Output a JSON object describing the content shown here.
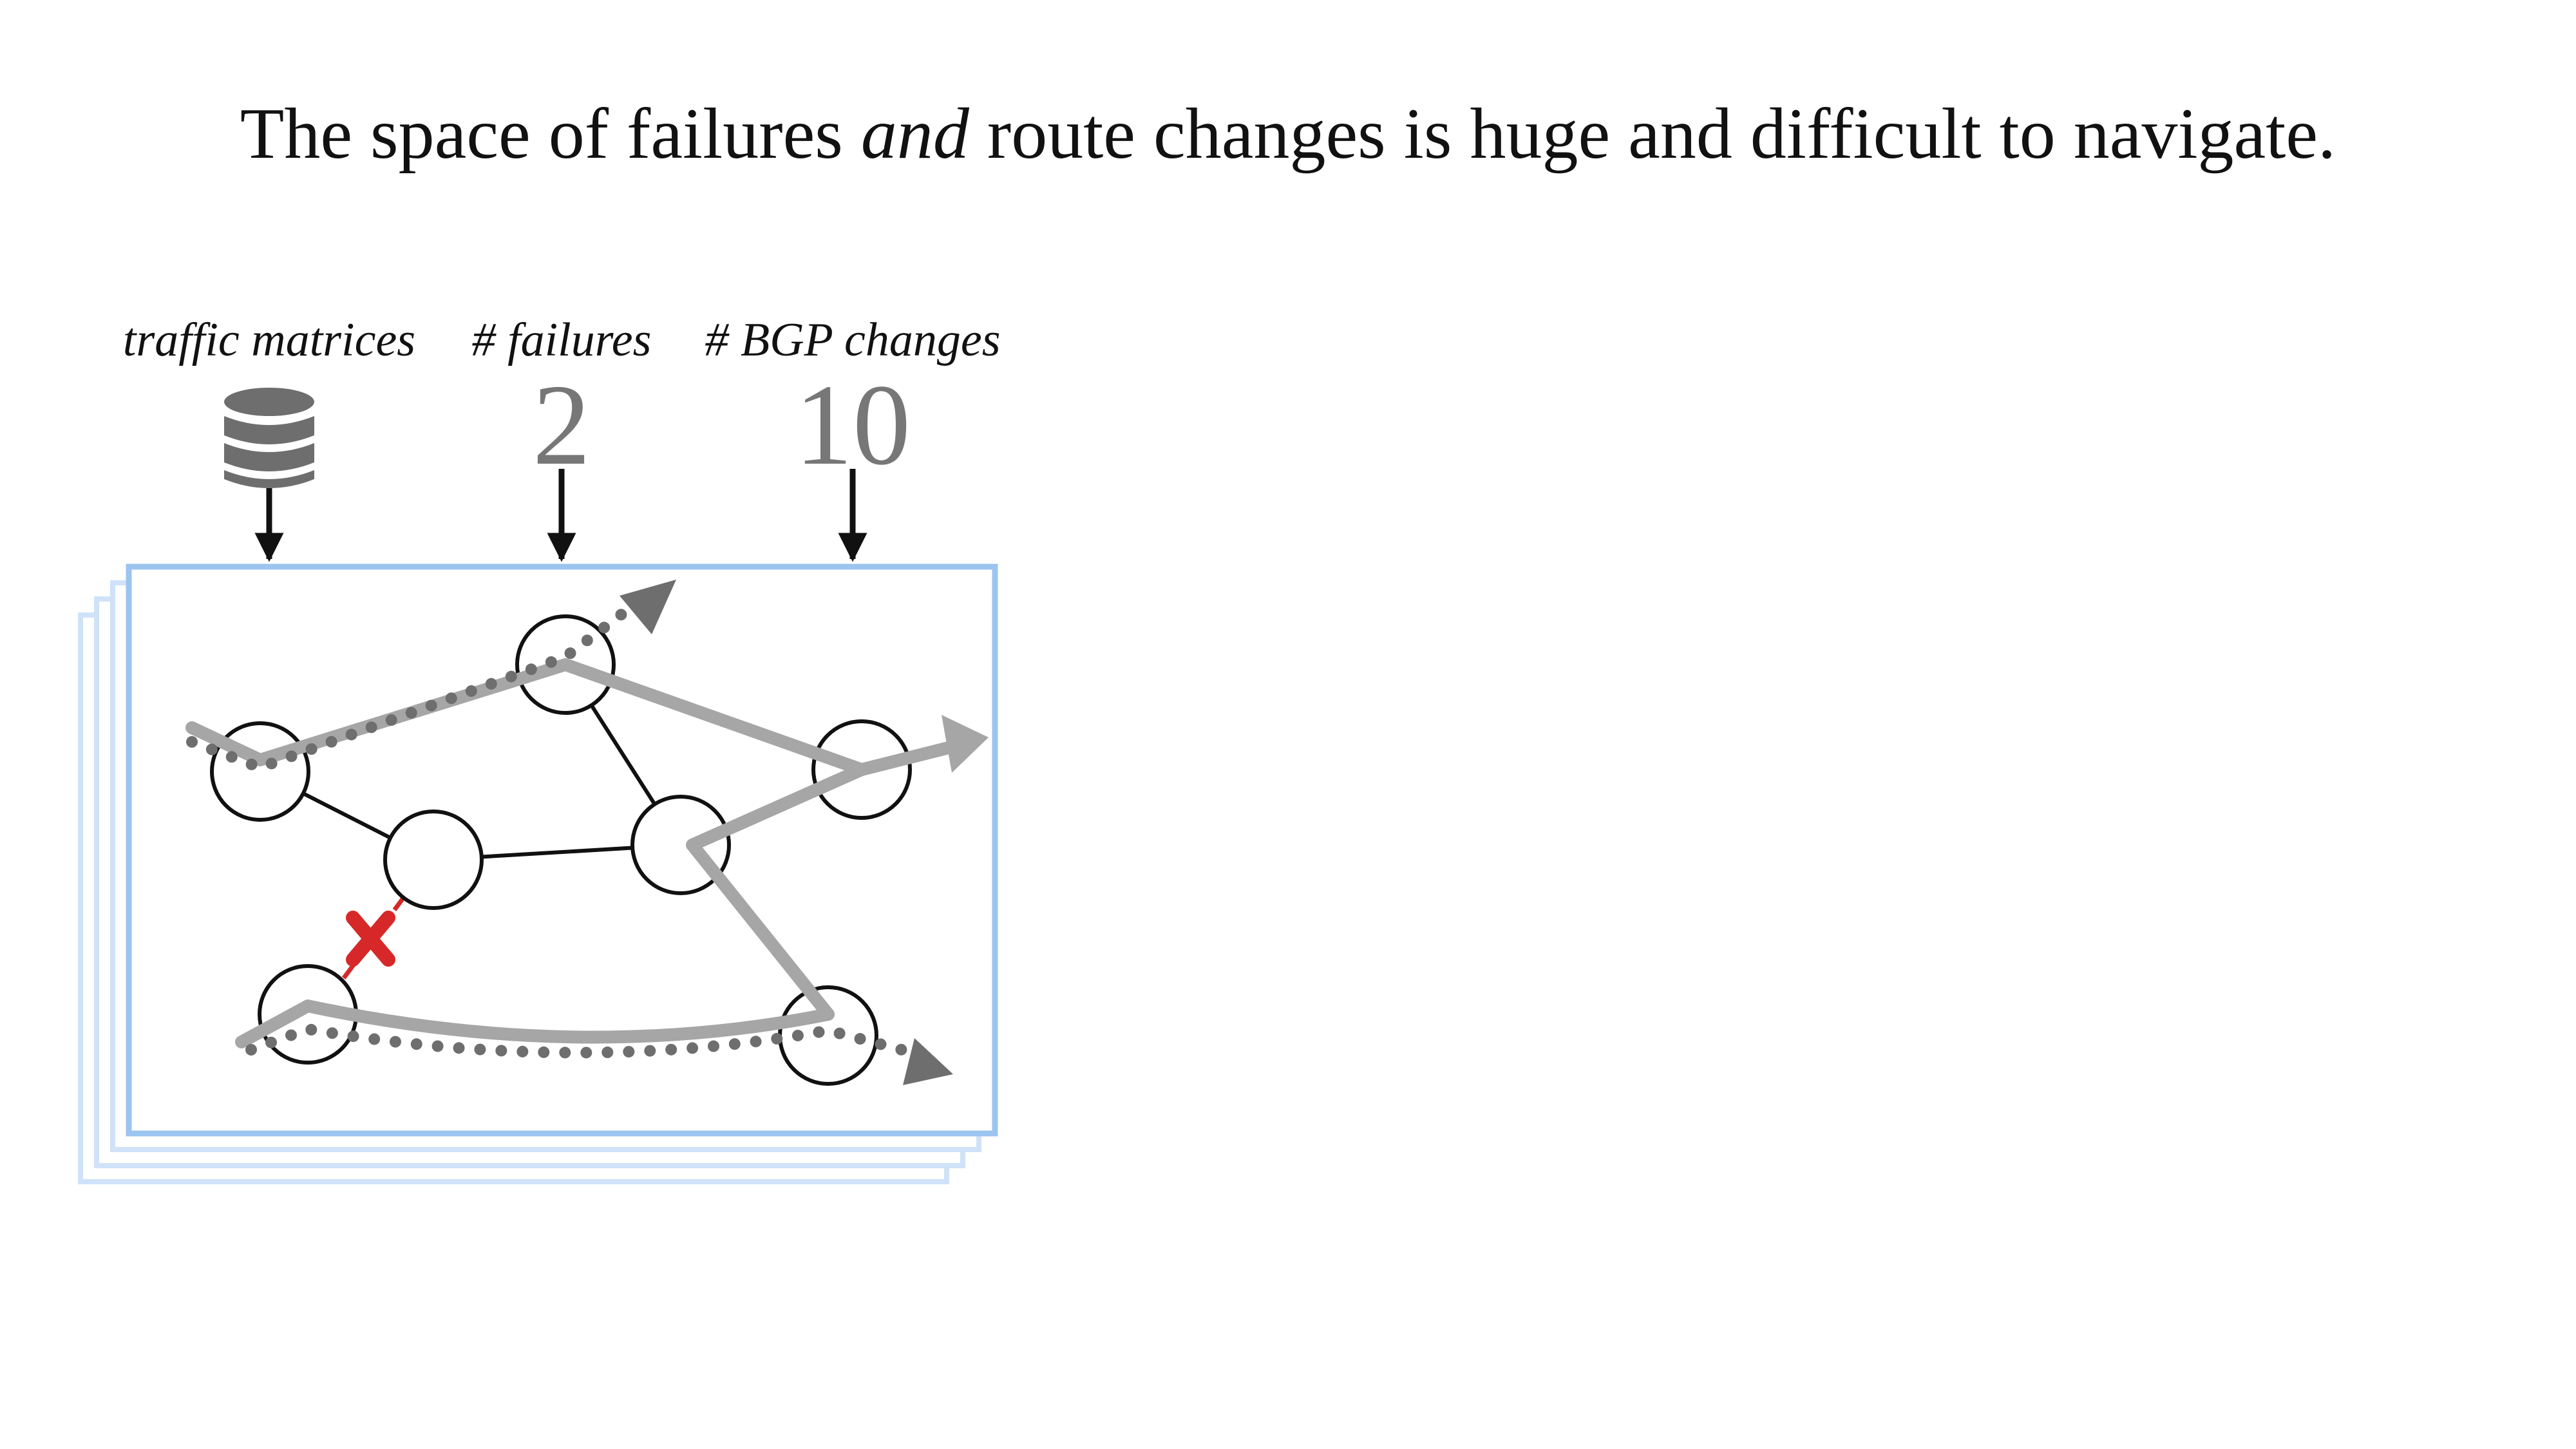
{
  "slide": {
    "title_before": "The space of failures ",
    "title_emph": "and",
    "title_after": " route changes is huge and difficult to navigate."
  },
  "inputs": [
    {
      "label": "traffic matrices",
      "icon": "database-icon"
    },
    {
      "label": "# failures",
      "value": "2"
    },
    {
      "label": "# BGP changes",
      "value": "10"
    }
  ],
  "colors": {
    "frame": "#9cc4f0",
    "frame_stack": "#cfe2f8",
    "route": "#a6a6a6",
    "route_dotted": "#6e6e6e",
    "failure": "#d62828",
    "node_stroke": "#111111",
    "value_text": "#777777",
    "database": "#6e6e6e"
  }
}
